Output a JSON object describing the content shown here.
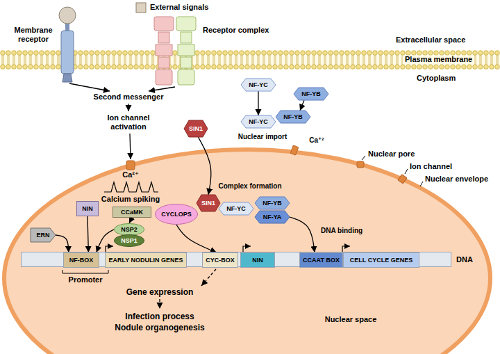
{
  "diagram": {
    "nodes": [
      {
        "text": [
          "NF-YC"
        ]
      },
      {
        "text": [
          "NF-YB"
        ]
      },
      {
        "text": [
          "SIN1"
        ]
      },
      {
        "text": [
          "NF-YC"
        ]
      },
      {
        "text": [
          "NF-YB"
        ]
      },
      {
        "text": [
          "CCaMK"
        ]
      },
      {
        "text": [
          "NIN"
        ]
      },
      {
        "text": [
          "CYCLOPS"
        ]
      },
      {
        "text": [
          "ERN"
        ]
      },
      {
        "text": [
          "NSP2"
        ]
      },
      {
        "text": [
          "NSP1"
        ]
      },
      {
        "text": [
          "SIN1"
        ]
      },
      {
        "text": [
          "NF-YC"
        ]
      },
      {
        "text": [
          "NF-YB"
        ]
      },
      {
        "text": [
          "NF-YA"
        ]
      },
      {
        "text": [
          "DNA"
        ]
      },
      {
        "text": [
          "NF-BOX"
        ],
        "in": 15
      },
      {
        "text": [
          "EARLY NODULIN GENES"
        ],
        "in": 15
      },
      {
        "text": [
          "CYC-BOX"
        ],
        "in": 15
      },
      {
        "text": [
          "NIN"
        ],
        "in": 15
      },
      {
        "text": [
          "CCAAT BOX"
        ],
        "in": 15
      },
      {
        "text": [
          "CELL CYCLE GENES"
        ],
        "in": 15
      }
    ],
    "edges": [
      {
        "from": 0,
        "to": 3,
        "arrow": "to"
      },
      {
        "from": 1,
        "to": 4,
        "arrow": "to"
      },
      {
        "from": 2,
        "to": 11,
        "arrow": "to"
      },
      {
        "from": 5,
        "to": 9,
        "arrow": "to"
      },
      {
        "from": 6,
        "to": 16,
        "arrow": "to"
      },
      {
        "from": 8,
        "to": 16,
        "arrow": "to"
      },
      {
        "from": 9,
        "to": 16,
        "arrow": "to"
      },
      {
        "from": 7,
        "to": 18,
        "arrow": "to"
      },
      {
        "from": 14,
        "to": 20,
        "arrow": "to"
      }
    ],
    "labels": [
      "External signals",
      "Receptor complex",
      "Membrane receptor",
      "Extracellular space",
      "Plasma membrane",
      "Cytoplasm",
      "Second messenger",
      "Ion channel activation",
      "Ca²⁺",
      "Calcium spiking",
      "Nuclear import",
      "Ca⁺²",
      "Nuclear pore",
      "Ion channel",
      "Nuclear envelope",
      "Complex formation",
      "DNA binding",
      "Promoter",
      "Gene expression",
      "Infection process",
      "Nodule organogenesis",
      "Nuclear space"
    ]
  }
}
